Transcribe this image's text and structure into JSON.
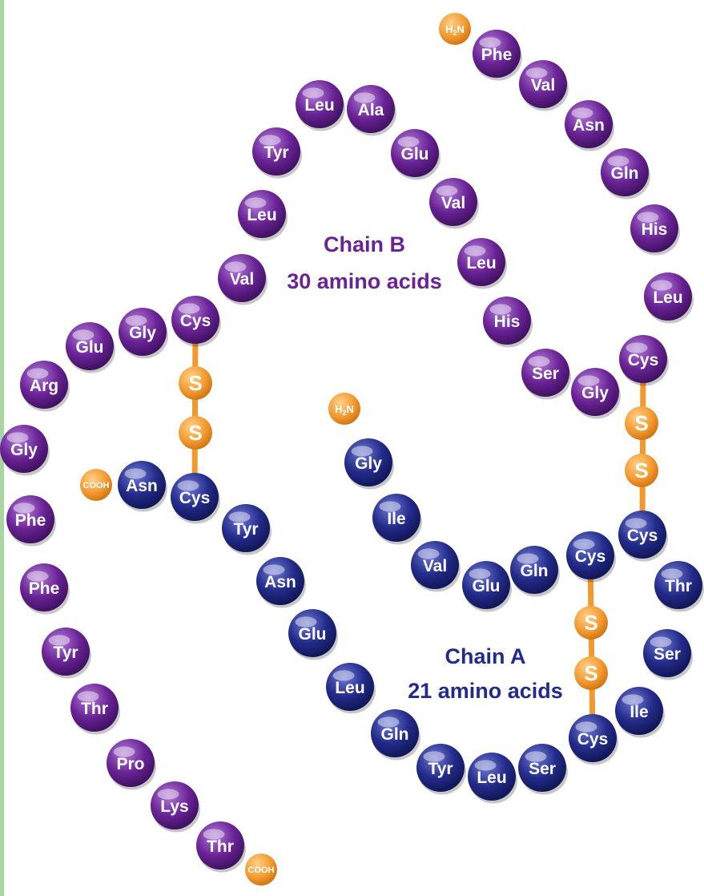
{
  "colors": {
    "chain_b": "#6a2396",
    "chain_a": "#232b8a",
    "sulfur": "#f2992e",
    "left_strip": "#a8d5a0",
    "caption_b": "#6a2396",
    "caption_a": "#232b8a"
  },
  "captions": {
    "chain_b_title": "Chain B",
    "chain_b_count": "30 amino acids",
    "chain_a_title": "Chain A",
    "chain_a_count": "21 amino acids"
  },
  "chain_b": {
    "n_terminus": "H2N",
    "c_terminus": "COOH",
    "residues": [
      "Phe",
      "Val",
      "Asn",
      "Gln",
      "His",
      "Leu",
      "Cys",
      "Gly",
      "Ser",
      "His",
      "Leu",
      "Val",
      "Glu",
      "Ala",
      "Leu",
      "Tyr",
      "Leu",
      "Val",
      "Cys",
      "Gly",
      "Glu",
      "Arg",
      "Gly",
      "Phe",
      "Phe",
      "Tyr",
      "Thr",
      "Pro",
      "Lys",
      "Thr"
    ]
  },
  "chain_a": {
    "n_terminus": "H2N",
    "c_terminus": "COOH",
    "residues": [
      "Gly",
      "Ile",
      "Val",
      "Glu",
      "Gln",
      "Cys",
      "Cys",
      "Thr",
      "Ser",
      "Ile",
      "Cys",
      "Ser",
      "Leu",
      "Tyr",
      "Gln",
      "Leu",
      "Glu",
      "Asn",
      "Tyr",
      "Cys",
      "Asn"
    ]
  },
  "disulfide_label": "S",
  "disulfide_bonds": [
    {
      "name": "disulfide-b7-a7",
      "from": "Chain B Cys 7",
      "to": "Chain A Cys 7"
    },
    {
      "name": "disulfide-b19-a20",
      "from": "Chain B Cys 19",
      "to": "Chain A Cys 20"
    },
    {
      "name": "disulfide-a6-a11",
      "from": "Chain A Cys 6",
      "to": "Chain A Cys 11"
    }
  ]
}
